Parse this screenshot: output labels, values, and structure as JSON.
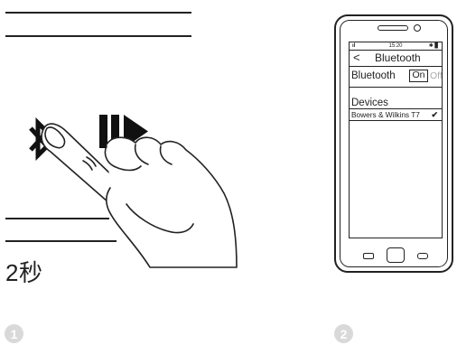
{
  "instruction": {
    "hold_time": "2秒"
  },
  "steps": [
    {
      "number": "1"
    },
    {
      "number": "2"
    }
  ],
  "device_icons": [
    "bluetooth-icon",
    "play-pause-icon"
  ],
  "phone": {
    "status_bar": {
      "signal": "ıl",
      "time": "15:20",
      "battery": "✱ ▊"
    },
    "header": {
      "back_icon": "<",
      "title": "Bluetooth"
    },
    "bluetooth_setting": {
      "label": "Bluetooth",
      "on_label": "On",
      "off_label": "Off",
      "state": "on"
    },
    "devices": {
      "heading": "Devices",
      "items": [
        {
          "name": "Bowers & Wilkins T7",
          "connected": true,
          "check": "✔"
        }
      ]
    },
    "nav_buttons": [
      "recent-apps-button",
      "home-button",
      "back-button"
    ]
  },
  "colors": {
    "line": "#222222",
    "step_circle": "#d9d9d9",
    "off_text": "#aaaaaa"
  }
}
